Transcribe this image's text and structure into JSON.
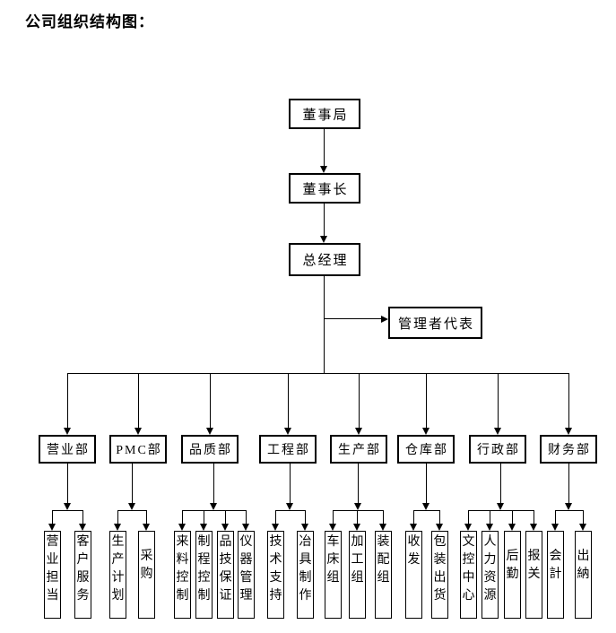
{
  "title": "公司组织结构图：",
  "org": {
    "top_chain": [
      "董事局",
      "董事长",
      "总经理"
    ],
    "management_rep": "管理者代表",
    "departments": [
      {
        "label": "营业部",
        "children": [
          "营业担当",
          "客户服务"
        ]
      },
      {
        "label": "PMC部",
        "children": [
          "生产计划",
          "采购"
        ]
      },
      {
        "label": "品质部",
        "children": [
          "来料控制",
          "制程控制",
          "品技保证",
          "仪器管理"
        ]
      },
      {
        "label": "工程部",
        "children": [
          "技术支持",
          "冶具制作"
        ]
      },
      {
        "label": "生产部",
        "children": [
          "车床组",
          "加工组",
          "装配组"
        ]
      },
      {
        "label": "仓库部",
        "children": [
          "收发",
          "包装出货"
        ]
      },
      {
        "label": "行政部",
        "children": [
          "文控中心",
          "人力资源",
          "后勤",
          "报关"
        ]
      },
      {
        "label": "财务部",
        "children": [
          "会計",
          "出納"
        ]
      }
    ]
  },
  "colors": {
    "line": "#000000",
    "box_border": "#000000",
    "box_background": "#ffffff",
    "page_background": "#ffffff",
    "text": "#000000"
  }
}
